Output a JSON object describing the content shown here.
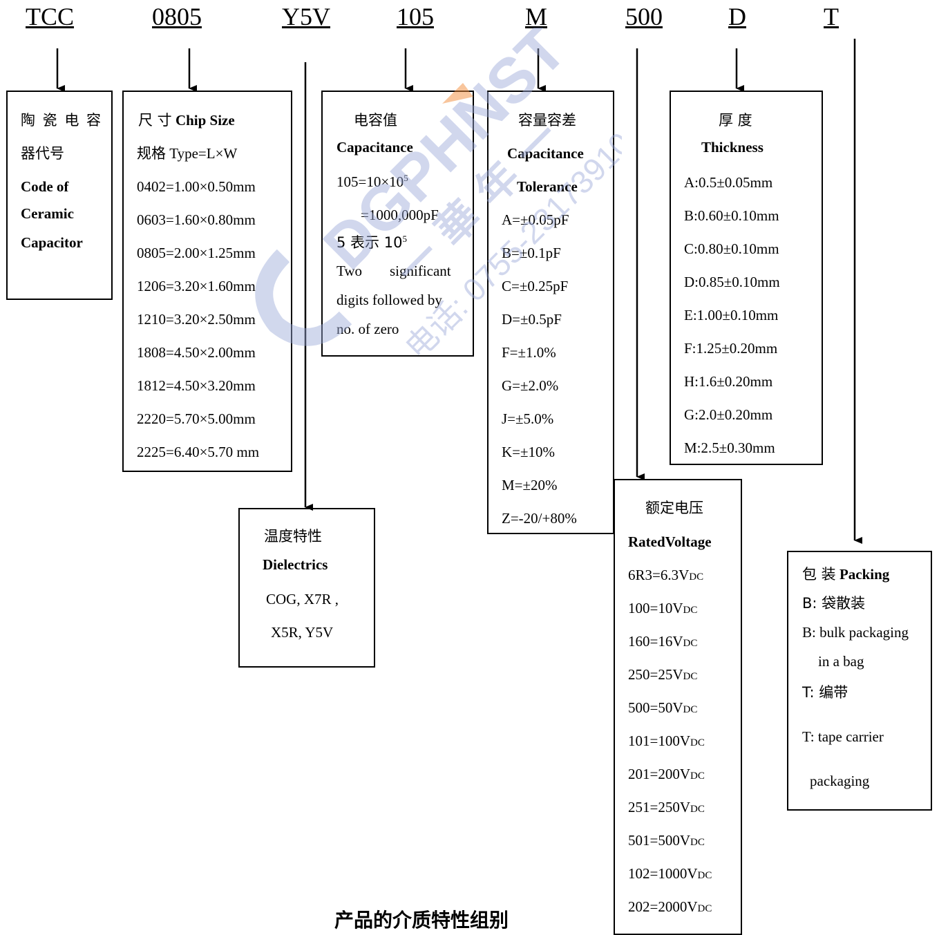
{
  "codes": [
    "TCC",
    "0805",
    "Y5V",
    "105",
    "M",
    "500",
    "D",
    "T"
  ],
  "box_code": {
    "cn1": "陶 瓷 电 容",
    "cn2": "器代号",
    "en": [
      "Code of",
      "Ceramic",
      "Capacitor"
    ]
  },
  "box_size": {
    "title_cn": "尺 寸",
    "title_en": "Chip Size",
    "subtitle": "规格 Type=L×W",
    "items": [
      "0402=1.00×0.50mm",
      "0603=1.60×0.80mm",
      "0805=2.00×1.25mm",
      "1206=3.20×1.60mm",
      "1210=3.20×2.50mm",
      "1808=4.50×2.00mm",
      "1812=4.50×3.20mm",
      "2220=5.70×5.00mm",
      "2225=6.40×5.70 mm"
    ]
  },
  "box_cap": {
    "title_cn": "电容值",
    "title_en": "Capacitance",
    "l1_a": "105=10×10",
    "l1_sup": "5",
    "l2": "=1000,000pF",
    "l3_a": "5 表示 10",
    "l3_sup": "5",
    "l4_a": "Two",
    "l4_b": "significant",
    "l5": "digits followed by",
    "l6": "no. of zero"
  },
  "box_tol": {
    "title_cn": "容量容差",
    "title_en1": "Capacitance",
    "title_en2": "Tolerance",
    "items": [
      "A=±0.05pF",
      "B=±0.1pF",
      "C=±0.25pF",
      "D=±0.5pF",
      "F=±1.0%",
      "G=±2.0%",
      "J=±5.0%",
      "K=±10%",
      "M=±20%",
      "Z=-20/+80%"
    ]
  },
  "box_thk": {
    "title_cn": "厚 度",
    "title_en": "Thickness",
    "items": [
      "A:0.5±0.05mm",
      "B:0.60±0.10mm",
      "C:0.80±0.10mm",
      "D:0.85±0.10mm",
      "E:1.00±0.10mm",
      "F:1.25±0.20mm",
      "H:1.6±0.20mm",
      "G:2.0±0.20mm",
      "M:2.5±0.30mm"
    ]
  },
  "box_diel": {
    "title_cn": "温度特性",
    "title_en": "Dielectrics",
    "l1": "COG, X7R ,",
    "l2": "X5R, Y5V"
  },
  "box_volt": {
    "title_cn": "额定电压",
    "title_en": "RatedVoltage",
    "unit_main": "V",
    "unit_sub": "DC",
    "items": [
      "6R3=6.3",
      "100=10",
      "160=16",
      "250=25",
      "500=50",
      "101=100",
      "201=200",
      "251=250",
      "501=500",
      "102=1000",
      "202=2000"
    ]
  },
  "box_pack": {
    "title_cn": "包 装",
    "title_en": "Packing",
    "l1": "B: 袋散装",
    "l2": "B: bulk packaging",
    "l3": "in a bag",
    "l4": "T: 编带",
    "l5": "T: tape carrier",
    "l6": "packaging"
  },
  "watermark": {
    "brand": "DGPHNST",
    "cn": "一 華 年 一",
    "phone": "电话: 0755-23173910",
    "accent": "#f28c3a",
    "blue": "#9aa8d8"
  },
  "caption": "产品的介质特性组别"
}
